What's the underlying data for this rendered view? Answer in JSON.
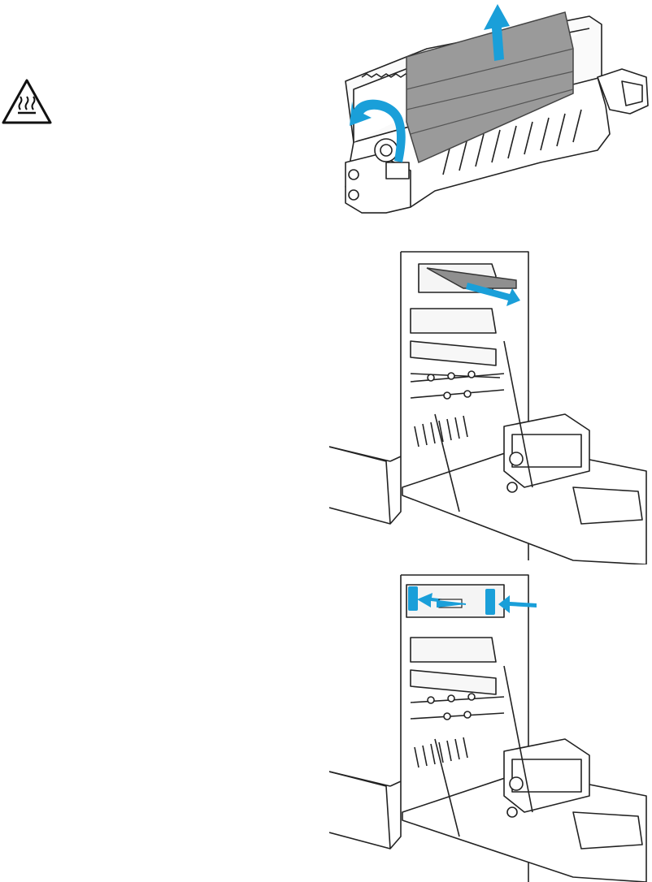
{
  "document": {
    "warning": {
      "icon": "hot-surface-warning-icon"
    },
    "figures": [
      {
        "id": "fuser-jam-removal",
        "icon": "fuser-paper-lift-illustration"
      },
      {
        "id": "right-door-paper-pull",
        "icon": "right-door-paper-removal-illustration"
      },
      {
        "id": "duplex-guides-close",
        "icon": "duplex-guide-close-illustration"
      }
    ],
    "colors": {
      "accent_arrow": "#1a9fd9",
      "jammed_paper": "#9a9a9a",
      "line_art": "#222222",
      "background": "#ffffff"
    }
  }
}
